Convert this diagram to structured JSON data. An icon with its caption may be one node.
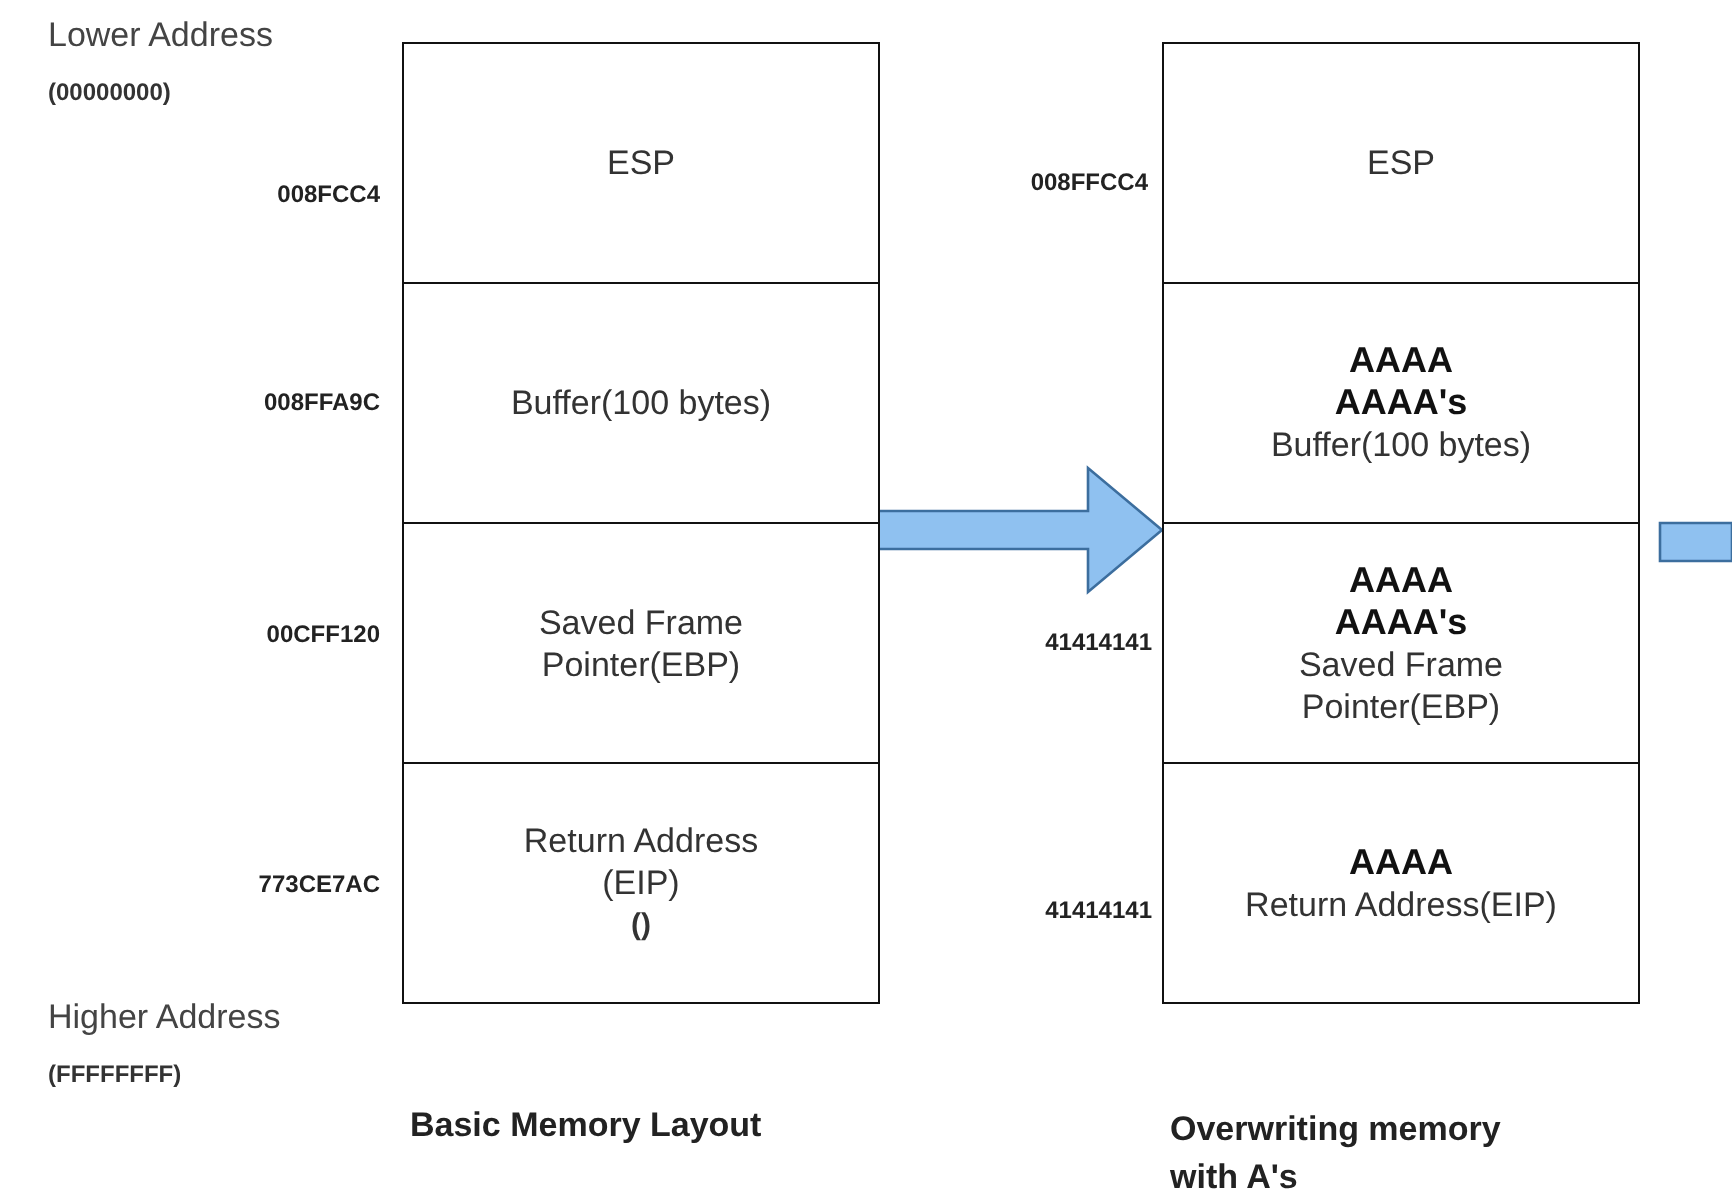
{
  "diagram": {
    "nodes": [
      {
        "text": [
          "ESP"
        ],
        "beside": [
          "008FCC4"
        ]
      },
      {
        "text": [
          "Buffer(100 bytes)"
        ],
        "beside": [
          "008FFA9C"
        ]
      },
      {
        "text": [
          "Saved Frame Pointer(EBP)"
        ],
        "beside": [
          "00CFF120"
        ]
      },
      {
        "text": [
          "Return Address (EIP)",
          "()"
        ],
        "beside": [
          "773CE7AC"
        ]
      },
      {
        "text": [
          "ESP"
        ],
        "beside": [
          "008FFCC4"
        ]
      },
      {
        "text": [
          "AAAA AAAA's",
          "Buffer(100 bytes)"
        ]
      },
      {
        "text": [
          "AAAA AAAA's",
          "Saved Frame Pointer(EBP)"
        ],
        "beside": [
          "41414141"
        ]
      },
      {
        "text": [
          "AAAA",
          "Return Address(EIP)"
        ],
        "beside": [
          "41414141"
        ]
      }
    ],
    "edges": [
      {
        "from": 2,
        "to": 6,
        "arrow": "to",
        "style": "thick"
      },
      {
        "from": 6,
        "to": null,
        "arrow": "none",
        "style": "thick"
      }
    ],
    "labels": [
      "Lower Address",
      "(00000000)",
      "Higher Address",
      "(FFFFFFFF)",
      "Basic Memory Layout",
      "Overwriting memory with A's"
    ]
  }
}
